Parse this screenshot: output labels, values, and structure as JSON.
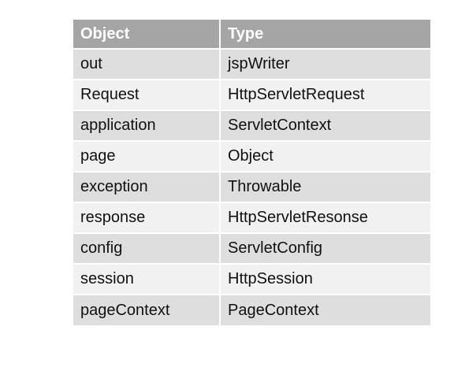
{
  "table": {
    "headers": [
      "Object",
      "Type"
    ],
    "rows": [
      [
        "out",
        "jspWriter"
      ],
      [
        "Request",
        "HttpServletRequest"
      ],
      [
        "application",
        "ServletContext"
      ],
      [
        "page",
        "Object"
      ],
      [
        "exception",
        "Throwable"
      ],
      [
        "response",
        "HttpServletResonse"
      ],
      [
        "config",
        "ServletConfig"
      ],
      [
        "session",
        "HttpSession"
      ],
      [
        "pageContext",
        "PageContext"
      ]
    ],
    "colors": {
      "header_bg": "#a5a5a5",
      "header_text": "#ffffff",
      "row_odd_bg": "#dedede",
      "row_even_bg": "#f1f1f1",
      "cell_text": "#111111"
    }
  }
}
